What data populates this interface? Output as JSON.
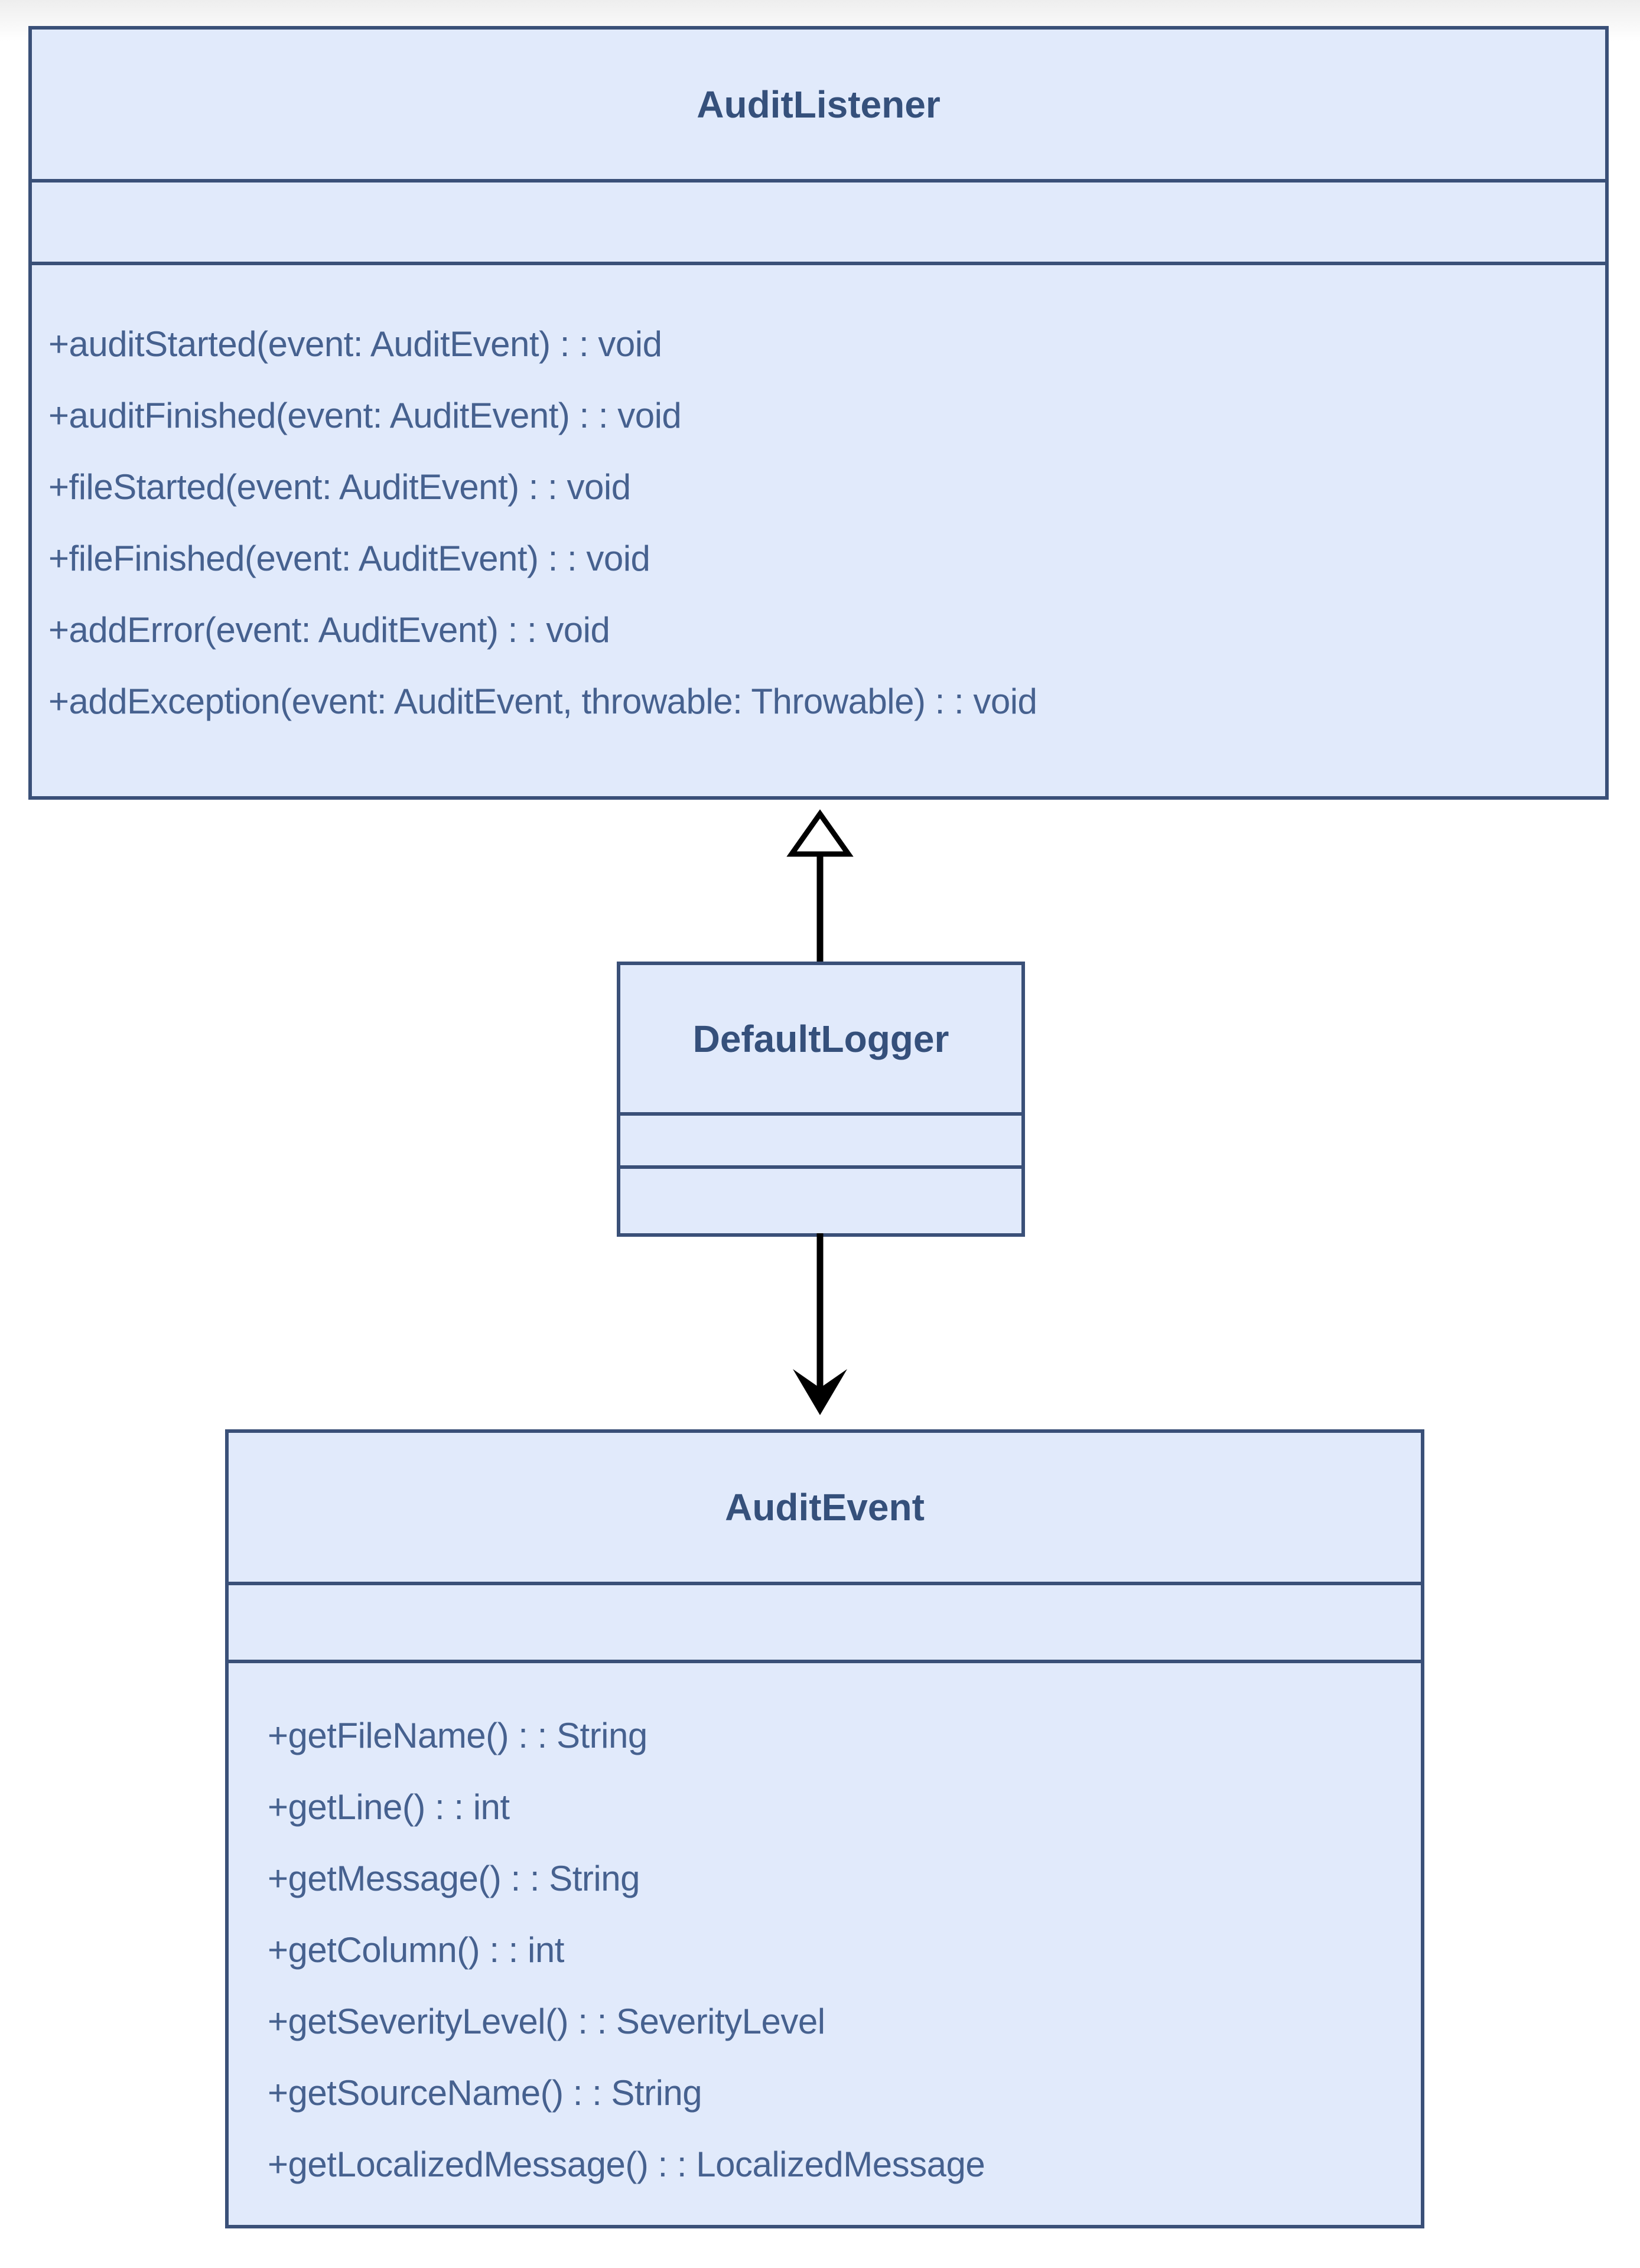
{
  "diagram": {
    "type": "uml-class-diagram",
    "classes": [
      {
        "id": "audit-listener",
        "name": "AuditListener",
        "attributes": [],
        "methods": [
          "+auditStarted(event: AuditEvent) : : void",
          "+auditFinished(event: AuditEvent) : : void",
          "+fileStarted(event: AuditEvent) : : void",
          "+fileFinished(event: AuditEvent) : : void",
          "+addError(event: AuditEvent) : : void",
          "+addException(event: AuditEvent, throwable: Throwable) : : void"
        ]
      },
      {
        "id": "default-logger",
        "name": "DefaultLogger",
        "attributes": [],
        "methods": []
      },
      {
        "id": "audit-event",
        "name": "AuditEvent",
        "attributes": [],
        "methods": [
          "+getFileName() : : String",
          "+getLine() : : int",
          "+getMessage() : : String",
          "+getColumn() : : int",
          "+getSeverityLevel() : : SeverityLevel",
          "+getSourceName() : : String",
          "+getLocalizedMessage() : : LocalizedMessage"
        ]
      }
    ],
    "relationships": [
      {
        "from": "DefaultLogger",
        "to": "AuditListener",
        "type": "realization",
        "arrowhead": "hollow-triangle-up",
        "line_style": "solid"
      },
      {
        "from": "DefaultLogger",
        "to": "AuditEvent",
        "type": "directed-association",
        "arrowhead": "filled-v-down",
        "line_style": "solid"
      }
    ],
    "colors": {
      "class_fill": "#e1eafb",
      "class_border": "#3a5078",
      "title_text": "#35507b",
      "method_text": "#46618f",
      "edge_line": "#000000",
      "page_background": "#ffffff"
    }
  }
}
